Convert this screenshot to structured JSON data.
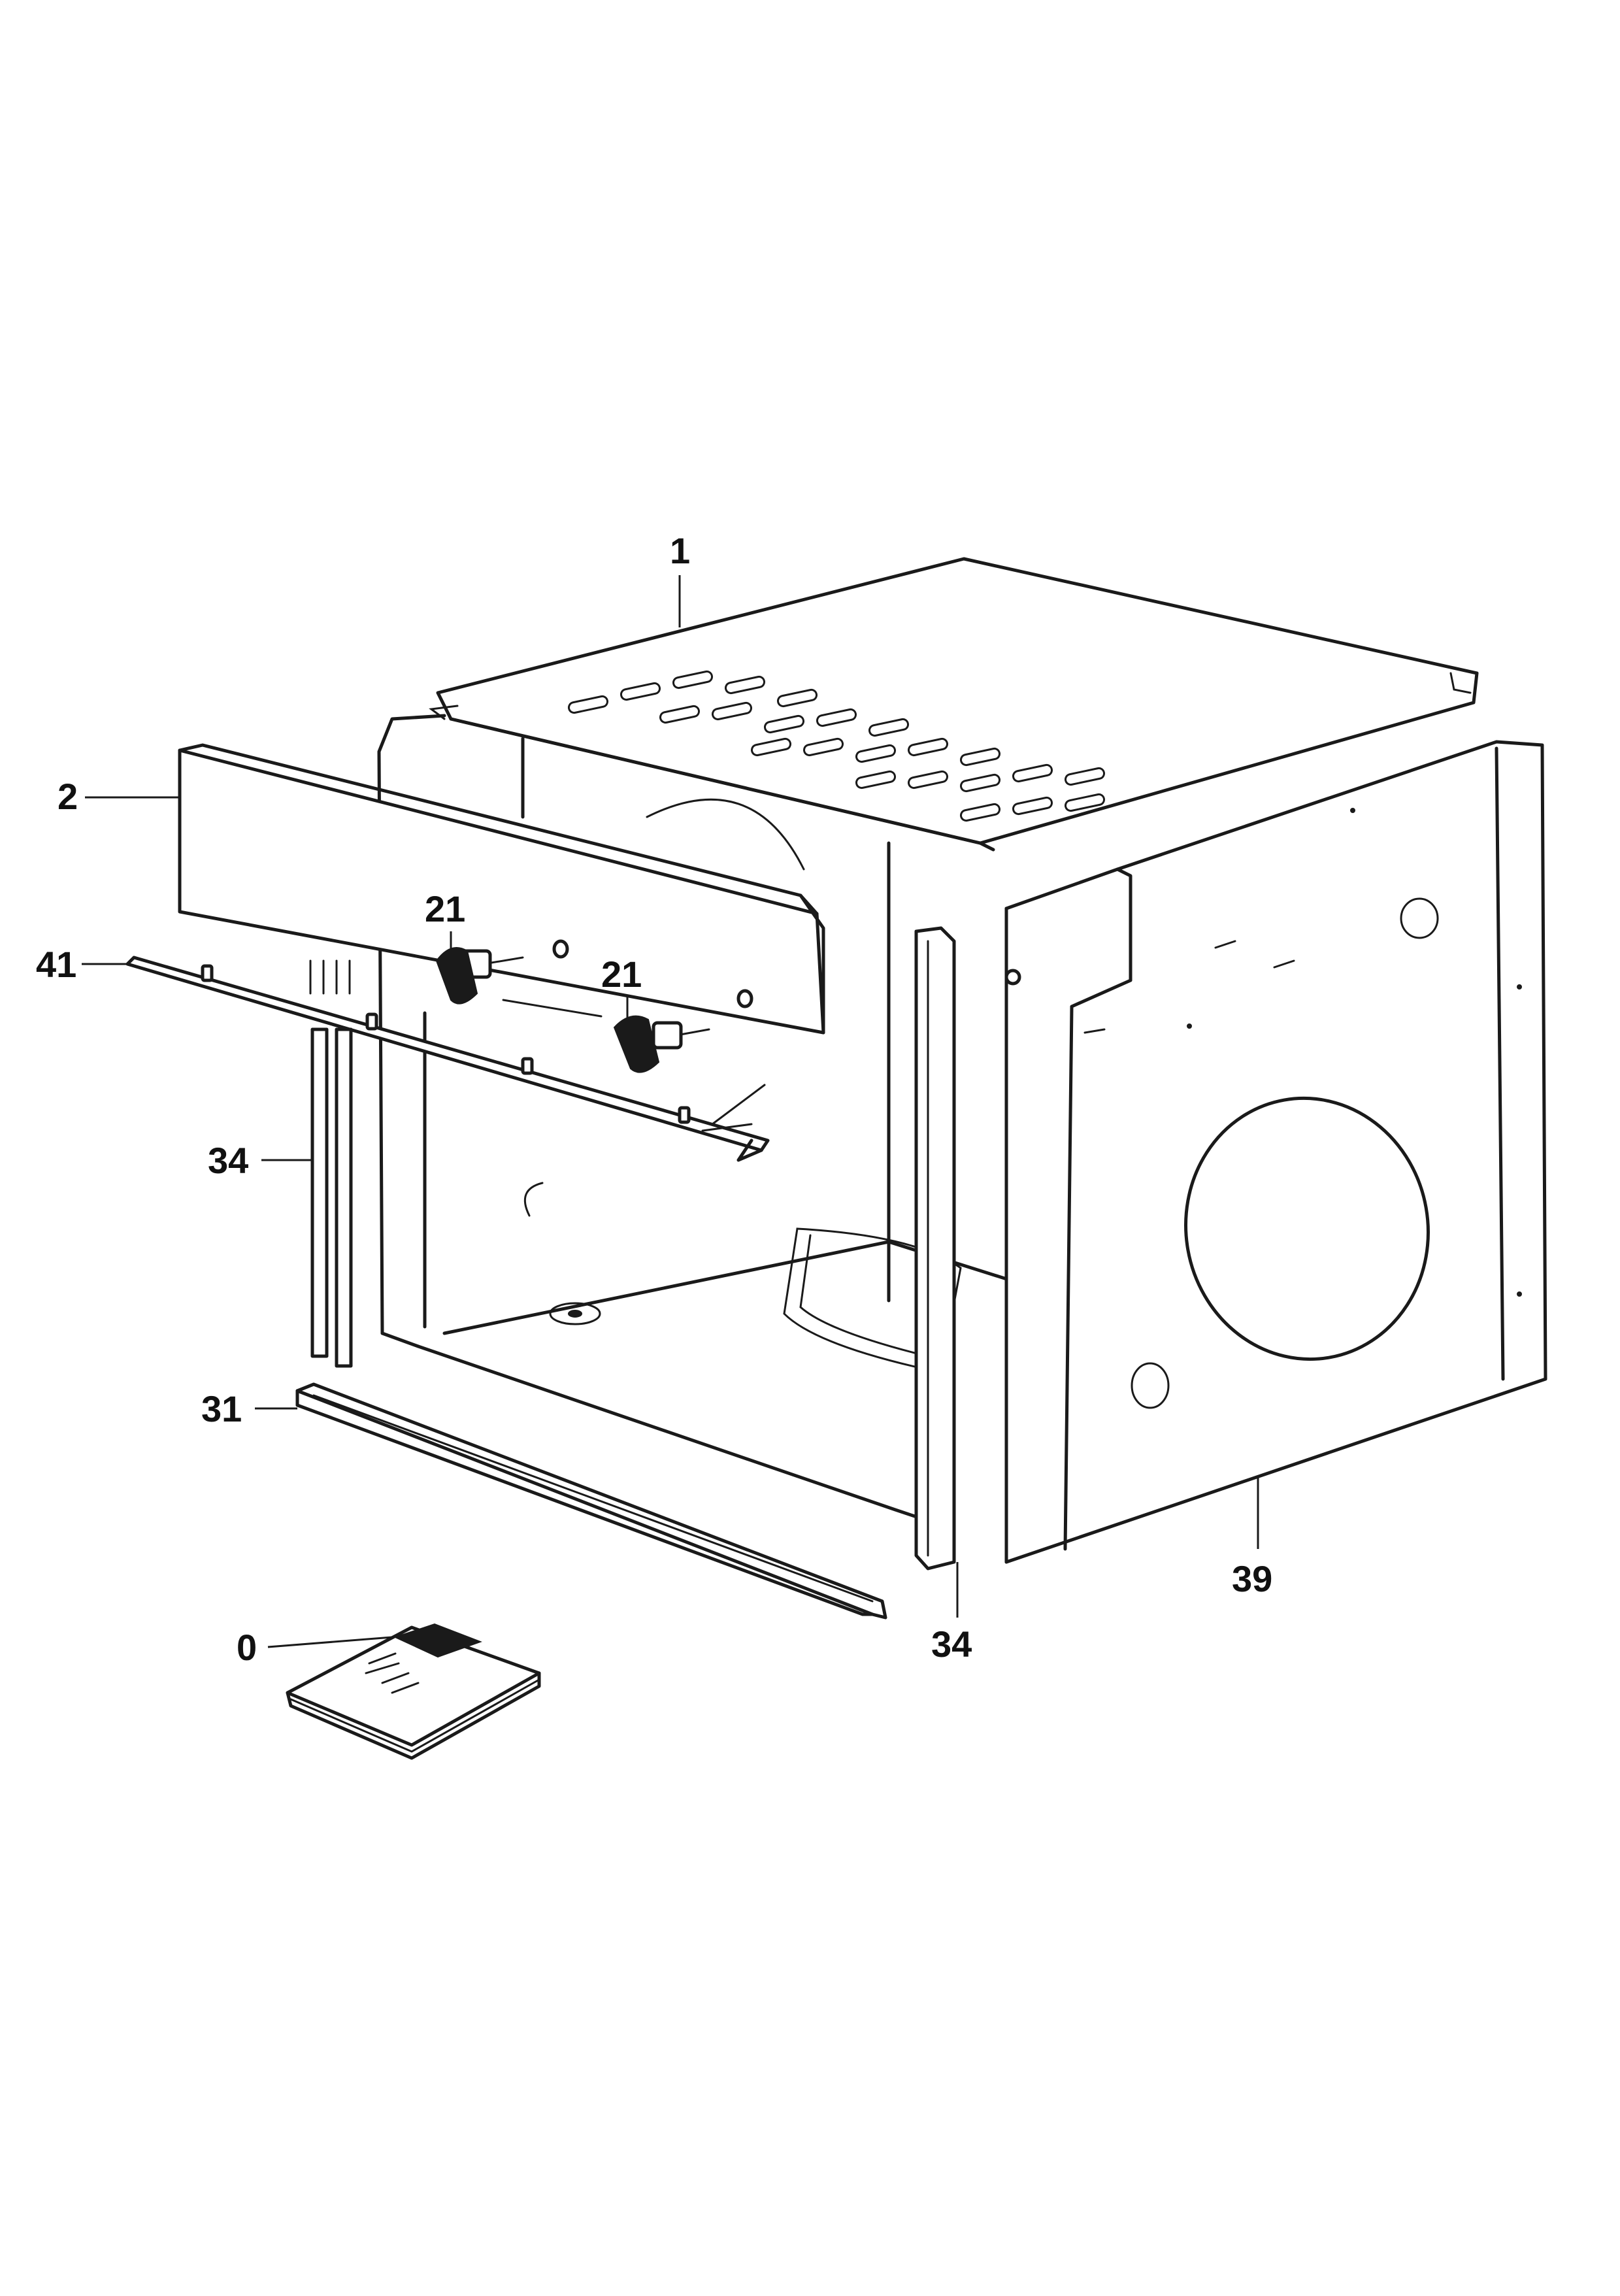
{
  "diagram": {
    "labels": {
      "part_1": "1",
      "part_2": "2",
      "part_21_a": "21",
      "part_21_b": "21",
      "part_41": "41",
      "part_34_left": "34",
      "part_31": "31",
      "part_0": "0",
      "part_34_right": "34",
      "part_39": "39"
    }
  }
}
